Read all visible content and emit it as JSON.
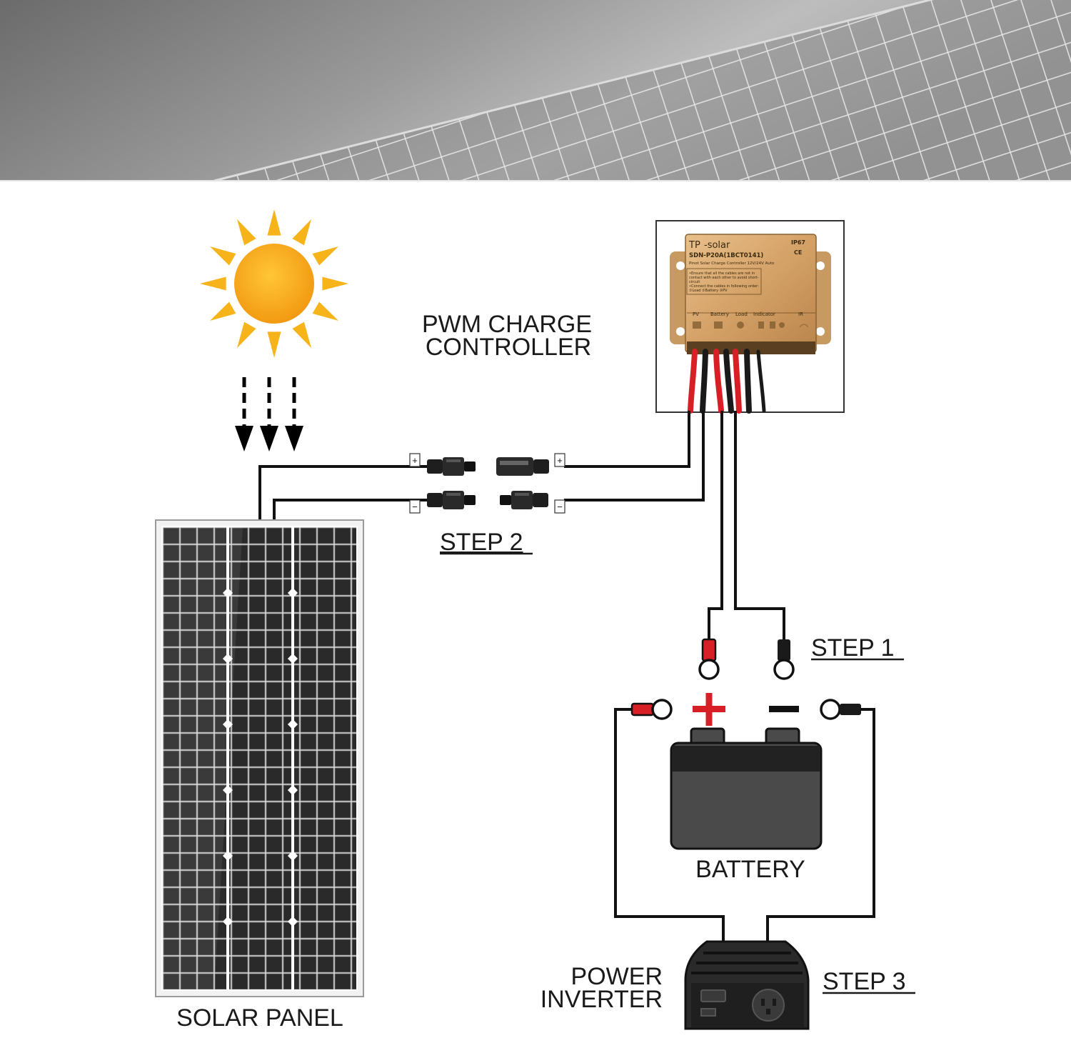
{
  "labels": {
    "controller_line1": "PWM CHARGE",
    "controller_line2": "CONTROLLER",
    "step1": "STEP 1",
    "step2": "STEP 2",
    "step3": "STEP 3",
    "battery": "BATTERY",
    "inverter_line1": "POWER",
    "inverter_line2": "INVERTER",
    "solar_panel": "SOLAR PANEL"
  },
  "controller": {
    "brand_tp": "TP",
    "brand_solar": "-solar",
    "ip_rating": "IP67",
    "ce_mark": "CE",
    "model": "SDN-P20A(1BCT0141)",
    "desc": "Pinot Solar Charge Controller 12V/24V Auto",
    "note_line1": "•Ensure that all the cables are not in",
    "note_line2": "contact with each other to avoid short-",
    "note_line3": "circuit",
    "note_line4": "•Connect the cables in following order:",
    "note_line5": "①Load ②Battery ③PV",
    "port_pv": "PV",
    "port_battery": "Battery",
    "port_load": "Load",
    "port_indicator": "Indicator",
    "port_ir": "IR"
  },
  "symbols": {
    "plus": "+",
    "minus": "−"
  },
  "colors": {
    "sun": "#f7a81b",
    "sun_ray": "#f6b41a",
    "wire_red": "#d81f26",
    "controller_gold": "#d9a86c",
    "battery_body": "#4a4a4a",
    "battery_band": "#222222",
    "panel_cell": "#2b2b2b"
  }
}
